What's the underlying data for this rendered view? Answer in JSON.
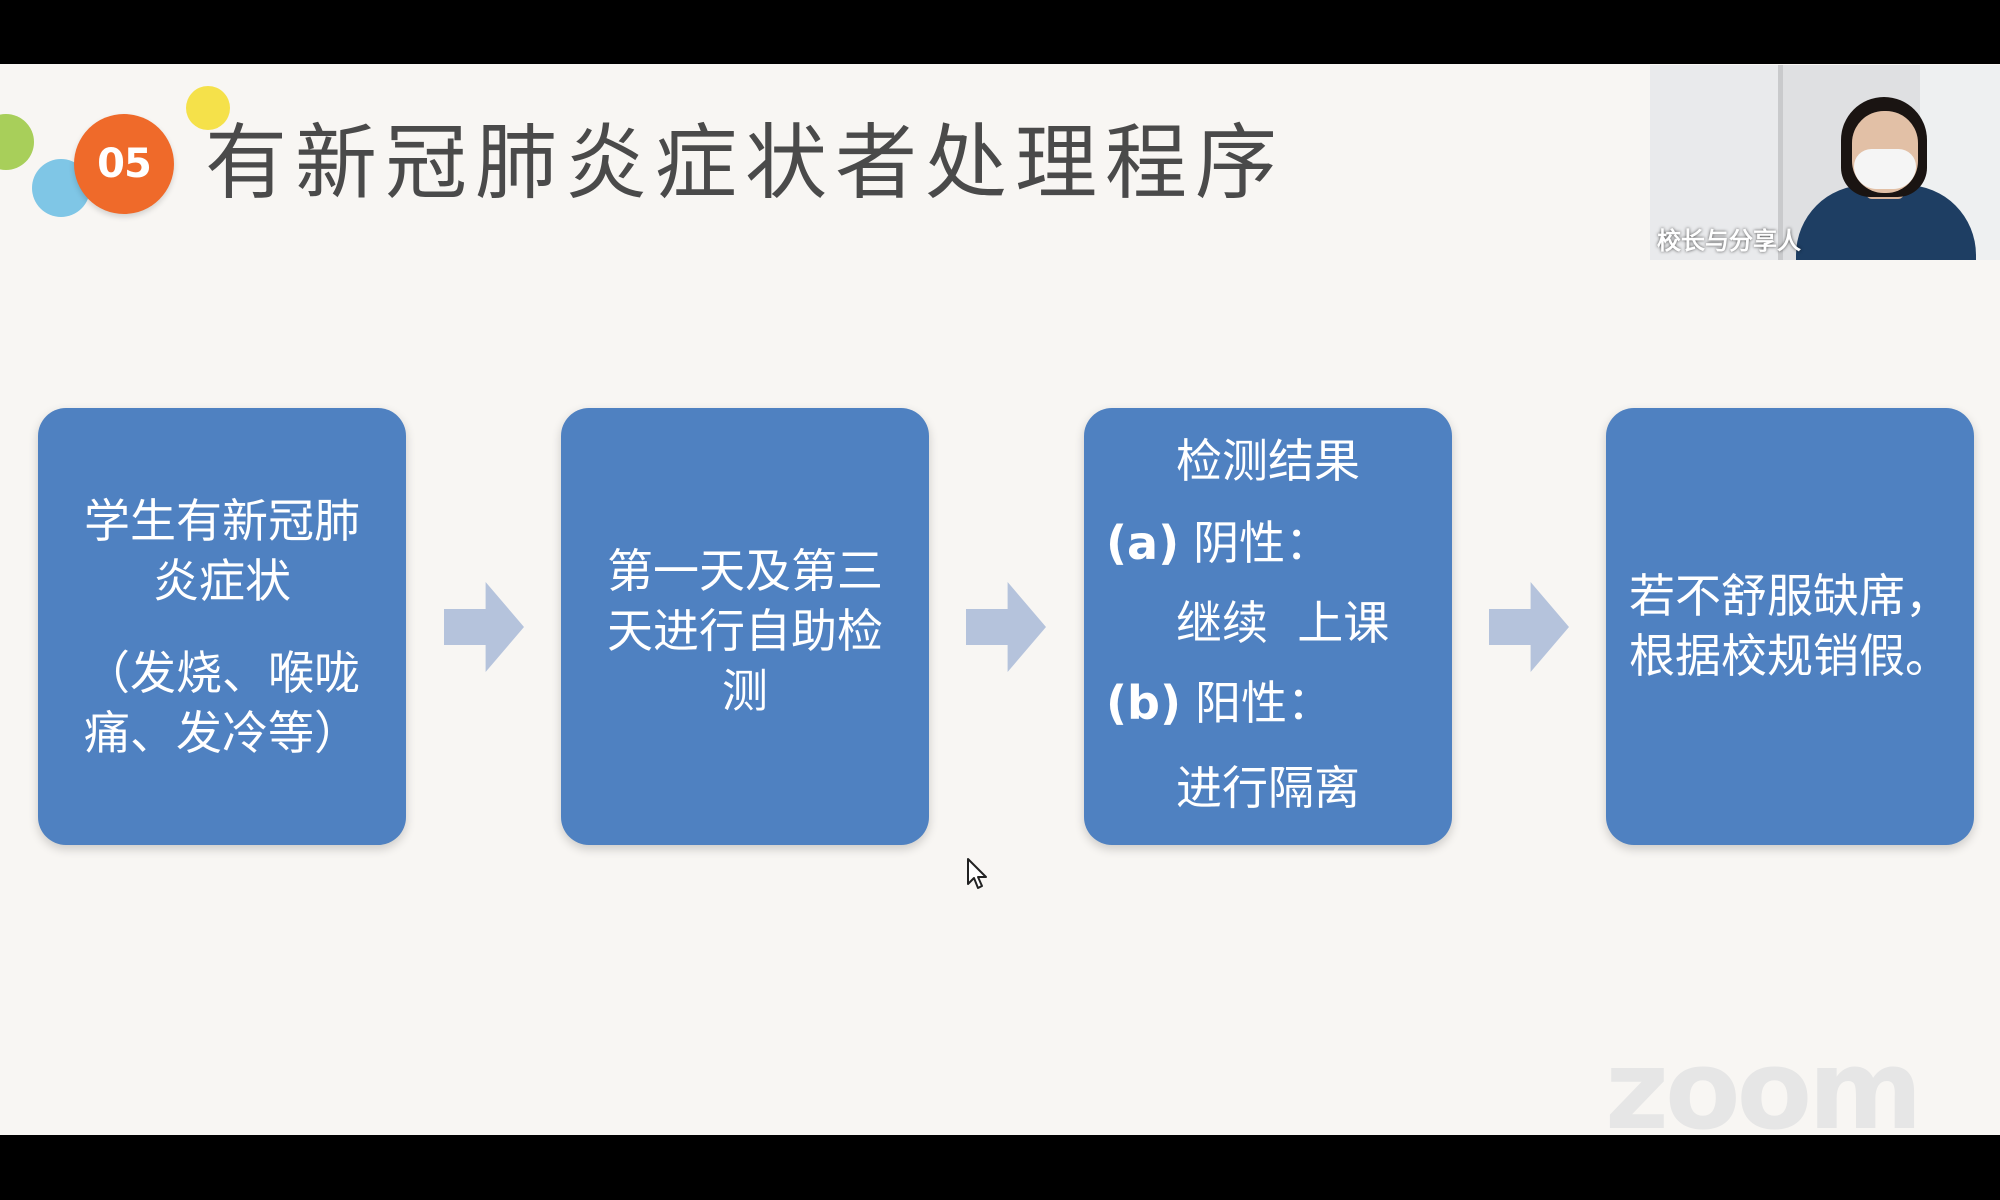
{
  "slide": {
    "badge": "05",
    "title": "有新冠肺炎症状者处理程序",
    "box1": {
      "line1": "学生有新冠肺\n炎症状",
      "line2": "（发烧、喉咙\n痛、发冷等）"
    },
    "box2": {
      "text": "第一天及第三\n天进行自助检\n测"
    },
    "box3": {
      "heading": "检测结果",
      "a_label": "(a)",
      "a_text": "阴性：",
      "a_detail": "继续  上课",
      "b_label": "(b)",
      "b_text": "阳性：",
      "b_detail": "进行隔离"
    },
    "box4": {
      "text": "若不舒服缺席，\n根据校规销假。"
    }
  },
  "participant": {
    "name": "校长与分享人"
  },
  "watermark": "zoom",
  "colors": {
    "box_fill": "#4f81c1",
    "arrow_fill": "#b5c3dc",
    "badge_fill": "#ef6a2a",
    "slide_bg": "#f8f6f3"
  }
}
